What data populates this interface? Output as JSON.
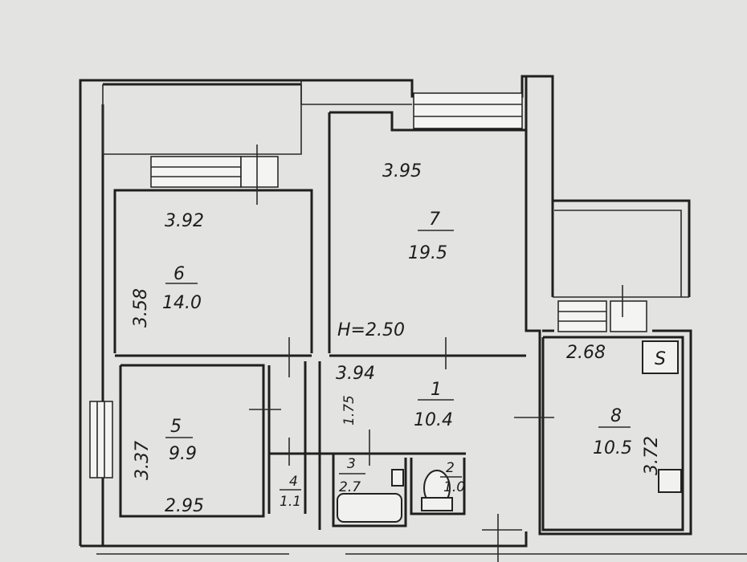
{
  "plan": {
    "ceiling_height": "H=2.50",
    "rooms": [
      {
        "id": "room-6",
        "number": "6",
        "area": "14.0"
      },
      {
        "id": "room-7",
        "number": "7",
        "area": "19.5"
      },
      {
        "id": "room-5",
        "number": "5",
        "area": "9.9"
      },
      {
        "id": "room-1",
        "number": "1",
        "area": "10.4"
      },
      {
        "id": "room-8",
        "number": "8",
        "area": "10.5"
      },
      {
        "id": "room-4",
        "number": "4",
        "area": "1.1"
      },
      {
        "id": "room-3",
        "number": "3",
        "area": "2.7"
      },
      {
        "id": "room-2",
        "number": "2",
        "area": "1.0"
      }
    ],
    "dimensions": {
      "room6_width": "3.92",
      "room6_depth": "3.58",
      "room7_width": "3.95",
      "room1_width": "3.94",
      "room1_depth": "1.75",
      "room5_depth": "3.37",
      "room5_width": "2.95",
      "room8_width": "2.68",
      "room8_depth": "3.72"
    },
    "symbol": "S"
  }
}
